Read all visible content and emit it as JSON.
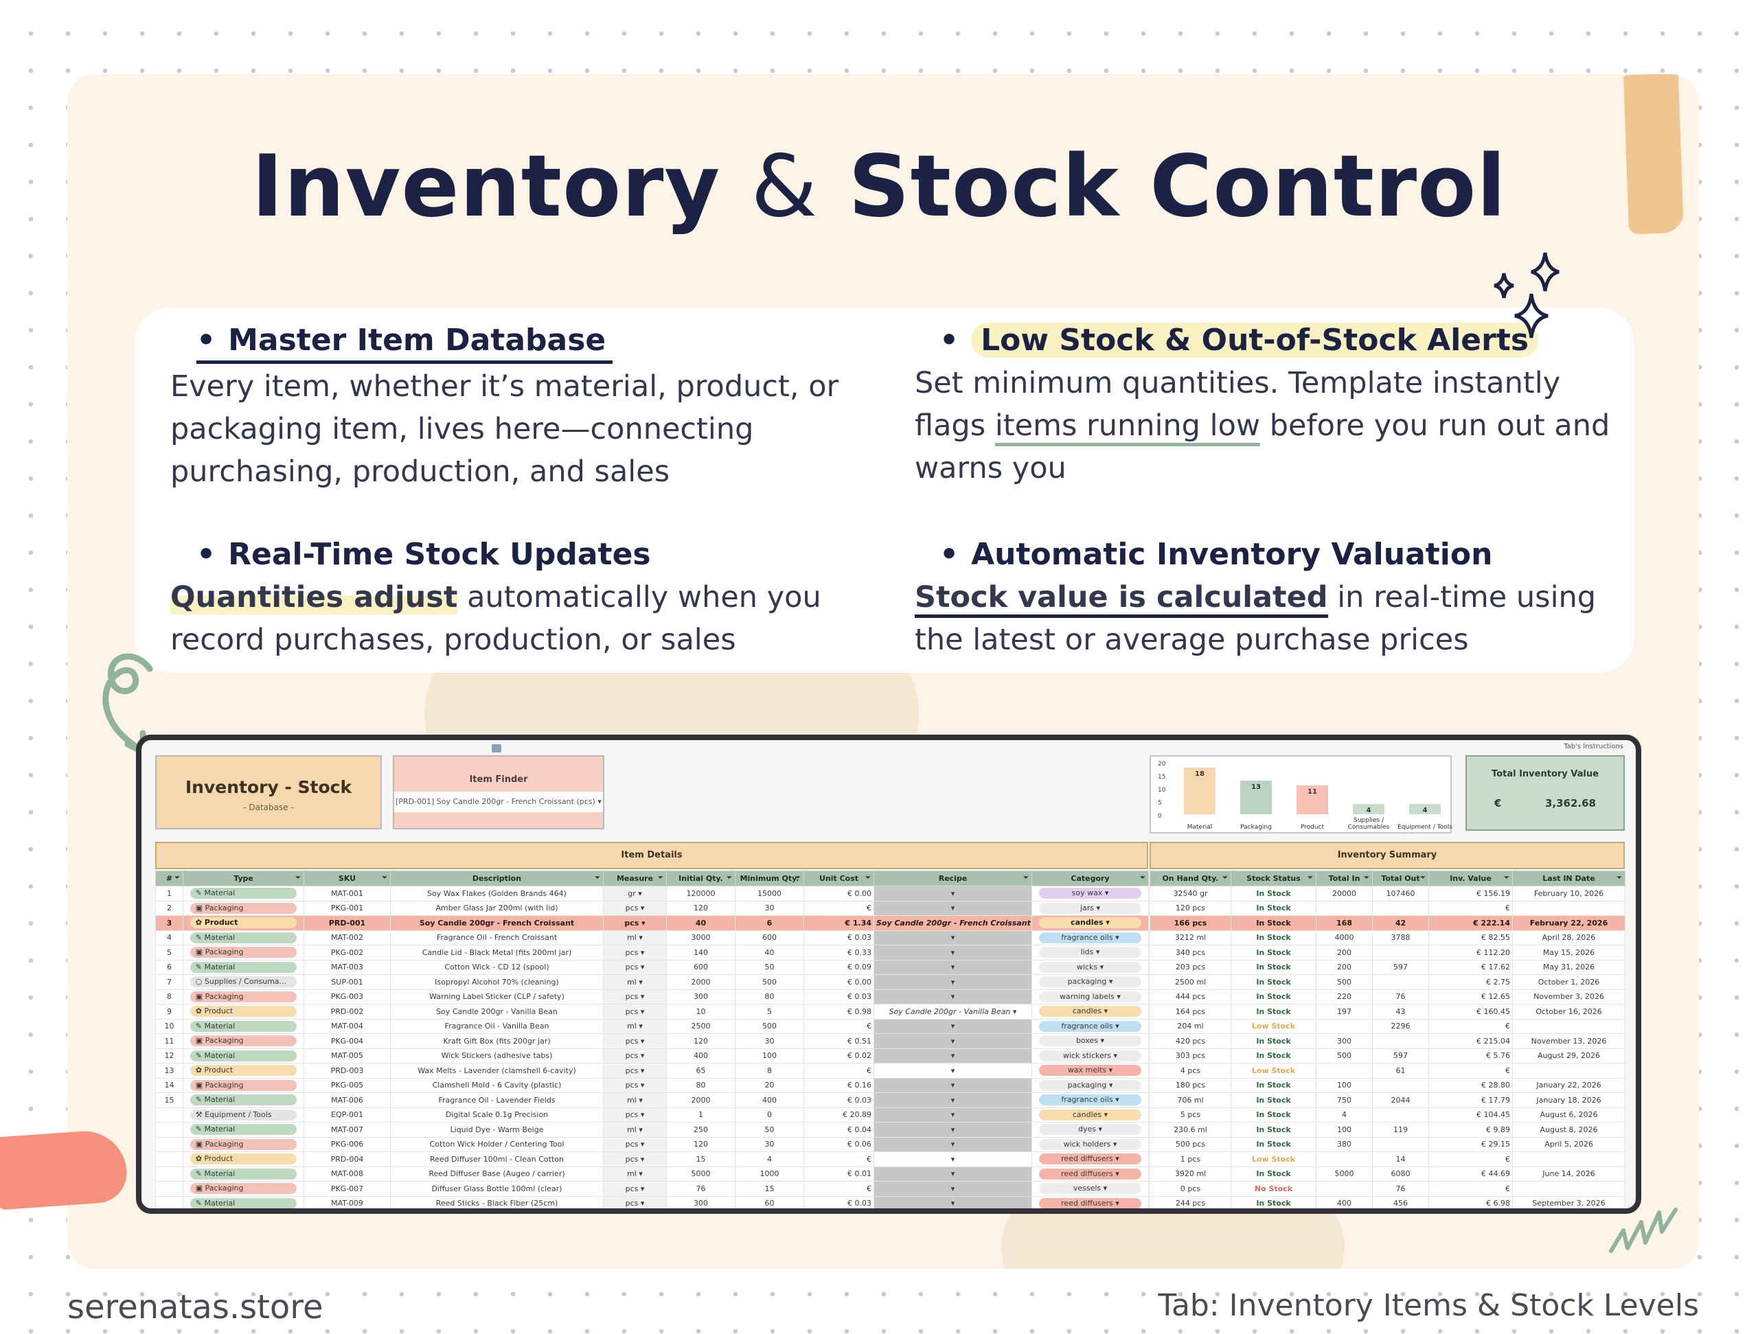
{
  "title": {
    "part1": "Inventory",
    "amp": "&",
    "part2": "Stock Control"
  },
  "features": [
    {
      "heading": "Master Item Database",
      "body_plain": "Every item, whether it’s material, product, or packaging item, lives here—connecting purchasing, production, and sales"
    },
    {
      "heading": "Low Stock & Out-of-Stock Alerts",
      "body_a": "Set minimum quantities. Template instantly flags ",
      "body_b": "items running low",
      "body_c": " before you run out and warns you"
    },
    {
      "heading": "Real-Time Stock Updates",
      "body_a": "Quantities adjust",
      "body_b": " automatically when you record purchases, production, or sales"
    },
    {
      "heading": "Automatic Inventory Valuation",
      "body_a": "Stock value is calculated",
      "body_b": " in real-time using the latest or average purchase prices"
    }
  ],
  "sheet": {
    "db_title": "Inventory - Stock",
    "db_subtitle": "- Database -",
    "finder_label": "Item Finder",
    "finder_value": "[PRD-001] Soy Candle 200gr - French Croissant (pcs)",
    "tab_instructions": "Tab's Instructions",
    "total_value_label": "Total Inventory Value",
    "total_value_currency": "€",
    "total_value": "3,362.68",
    "item_details_header": "Item Details",
    "summary_header": "Inventory Summary",
    "columns": [
      "#",
      "Type",
      "SKU",
      "Description",
      "Measure",
      "Initial Qty.",
      "Minimum Qty.",
      "Unit Cost",
      "Recipe",
      "Category"
    ],
    "summary_columns": [
      "On Hand Qty.",
      "Stock Status",
      "Total In",
      "Total Out",
      "Inv. Value",
      "Last IN Date"
    ],
    "rows": [
      {
        "n": "1",
        "type": "Material",
        "tk": "material",
        "sku": "MAT-001",
        "desc": "Soy Wax Flakes (Golden Brands 464)",
        "meas": "gr",
        "init": "120000",
        "min": "15000",
        "cost": "0.00",
        "recipe": "",
        "cat": "soy wax",
        "cc": "#e3cdf0",
        "onhand": "32540 gr",
        "status": "In Stock",
        "sk": "in",
        "tin": "20000",
        "tout": "107460",
        "val": "156.19",
        "date": "February 10, 2026"
      },
      {
        "n": "2",
        "type": "Packaging",
        "tk": "packaging",
        "sku": "PKG-001",
        "desc": "Amber Glass Jar 200ml (with lid)",
        "meas": "pcs",
        "init": "120",
        "min": "30",
        "cost": "",
        "recipe": "",
        "cat": "jars",
        "cc": "#ececec",
        "onhand": "120 pcs",
        "status": "In Stock",
        "sk": "in",
        "tin": "",
        "tout": "",
        "val": "",
        "date": ""
      },
      {
        "n": "3",
        "type": "Product",
        "tk": "product",
        "sku": "PRD-001",
        "desc": "Soy Candle 200gr - French Croissant",
        "meas": "pcs",
        "init": "40",
        "min": "6",
        "cost": "1.34",
        "recipe": "Soy Candle 200gr - French Croissant",
        "cat": "candles",
        "cc": "#f9dcab",
        "onhand": "166 pcs",
        "status": "In Stock",
        "sk": "in",
        "tin": "168",
        "tout": "42",
        "val": "222.14",
        "date": "February 22, 2026",
        "sel": true
      },
      {
        "n": "4",
        "type": "Material",
        "tk": "material",
        "sku": "MAT-002",
        "desc": "Fragrance Oil - French Croissant",
        "meas": "ml",
        "init": "3000",
        "min": "600",
        "cost": "0.03",
        "recipe": "",
        "cat": "fragrance oils",
        "cc": "#bfe0f2",
        "onhand": "3212 ml",
        "status": "In Stock",
        "sk": "in",
        "tin": "4000",
        "tout": "3788",
        "val": "82.55",
        "date": "April 28, 2026"
      },
      {
        "n": "5",
        "type": "Packaging",
        "tk": "packaging",
        "sku": "PKG-002",
        "desc": "Candle Lid - Black Metal (fits 200ml jar)",
        "meas": "pcs",
        "init": "140",
        "min": "40",
        "cost": "0.33",
        "recipe": "",
        "cat": "lids",
        "cc": "#ececec",
        "onhand": "340 pcs",
        "status": "In Stock",
        "sk": "in",
        "tin": "200",
        "tout": "",
        "val": "112.20",
        "date": "May 15, 2026"
      },
      {
        "n": "6",
        "type": "Material",
        "tk": "material",
        "sku": "MAT-003",
        "desc": "Cotton Wick - CD 12 (spool)",
        "meas": "pcs",
        "init": "600",
        "min": "50",
        "cost": "0.09",
        "recipe": "",
        "cat": "wicks",
        "cc": "#ececec",
        "onhand": "203 pcs",
        "status": "In Stock",
        "sk": "in",
        "tin": "200",
        "tout": "597",
        "val": "17.62",
        "date": "May 31, 2026"
      },
      {
        "n": "7",
        "type": "Supplies / Consuma...",
        "tk": "supplies",
        "sku": "SUP-001",
        "desc": "Isopropyl Alcohol 70% (cleaning)",
        "meas": "ml",
        "init": "2000",
        "min": "500",
        "cost": "0.00",
        "recipe": "",
        "cat": "packaging",
        "cc": "#ececec",
        "onhand": "2500 ml",
        "status": "In Stock",
        "sk": "in",
        "tin": "500",
        "tout": "",
        "val": "2.75",
        "date": "October 1, 2026"
      },
      {
        "n": "8",
        "type": "Packaging",
        "tk": "packaging",
        "sku": "PKG-003",
        "desc": "Warning Label Sticker (CLP / safety)",
        "meas": "pcs",
        "init": "300",
        "min": "80",
        "cost": "0.03",
        "recipe": "",
        "cat": "warning labels",
        "cc": "#ececec",
        "onhand": "444 pcs",
        "status": "In Stock",
        "sk": "in",
        "tin": "220",
        "tout": "76",
        "val": "12.65",
        "date": "November 3, 2026"
      },
      {
        "n": "9",
        "type": "Product",
        "tk": "product",
        "sku": "PRD-002",
        "desc": "Soy Candle 200gr - Vanilla Bean",
        "meas": "pcs",
        "init": "10",
        "min": "5",
        "cost": "0.98",
        "recipe": "Soy Candle 200gr - Vanilla Bean",
        "cat": "candles",
        "cc": "#f9dcab",
        "onhand": "164 pcs",
        "status": "In Stock",
        "sk": "in",
        "tin": "197",
        "tout": "43",
        "val": "160.45",
        "date": "October 16, 2026"
      },
      {
        "n": "10",
        "type": "Material",
        "tk": "material",
        "sku": "MAT-004",
        "desc": "Fragrance Oil - Vanilla Bean",
        "meas": "ml",
        "init": "2500",
        "min": "500",
        "cost": "",
        "recipe": "",
        "cat": "fragrance oils",
        "cc": "#bfe0f2",
        "onhand": "204 ml",
        "status": "Low Stock",
        "sk": "low",
        "tin": "",
        "tout": "2296",
        "val": "",
        "date": ""
      },
      {
        "n": "11",
        "type": "Packaging",
        "tk": "packaging",
        "sku": "PKG-004",
        "desc": "Kraft Gift Box (fits 200gr jar)",
        "meas": "pcs",
        "init": "120",
        "min": "30",
        "cost": "0.51",
        "recipe": "",
        "cat": "boxes",
        "cc": "#ececec",
        "onhand": "420 pcs",
        "status": "In Stock",
        "sk": "in",
        "tin": "300",
        "tout": "",
        "val": "215.04",
        "date": "November 13, 2026"
      },
      {
        "n": "12",
        "type": "Material",
        "tk": "material",
        "sku": "MAT-005",
        "desc": "Wick Stickers (adhesive tabs)",
        "meas": "pcs",
        "init": "400",
        "min": "100",
        "cost": "0.02",
        "recipe": "",
        "cat": "wick stickers",
        "cc": "#ececec",
        "onhand": "303 pcs",
        "status": "In Stock",
        "sk": "in",
        "tin": "500",
        "tout": "597",
        "val": "5.76",
        "date": "August 29, 2026"
      },
      {
        "n": "13",
        "type": "Product",
        "tk": "product",
        "sku": "PRD-003",
        "desc": "Wax Melts - Lavender (clamshell 6-cavity)",
        "meas": "pcs",
        "init": "65",
        "min": "8",
        "cost": "",
        "recipe": "",
        "cat": "wax melts",
        "cc": "#f6b3a7",
        "onhand": "4 pcs",
        "status": "Low Stock",
        "sk": "low",
        "tin": "",
        "tout": "61",
        "val": "",
        "date": ""
      },
      {
        "n": "14",
        "type": "Packaging",
        "tk": "packaging",
        "sku": "PKG-005",
        "desc": "Clamshell Mold - 6 Cavity (plastic)",
        "meas": "pcs",
        "init": "80",
        "min": "20",
        "cost": "0.16",
        "recipe": "",
        "cat": "packaging",
        "cc": "#ececec",
        "onhand": "180 pcs",
        "status": "In Stock",
        "sk": "in",
        "tin": "100",
        "tout": "",
        "val": "28.80",
        "date": "January 22, 2026"
      },
      {
        "n": "15",
        "type": "Material",
        "tk": "material",
        "sku": "MAT-006",
        "desc": "Fragrance Oil - Lavender Fields",
        "meas": "ml",
        "init": "2000",
        "min": "400",
        "cost": "0.03",
        "recipe": "",
        "cat": "fragrance oils",
        "cc": "#bfe0f2",
        "onhand": "706 ml",
        "status": "In Stock",
        "sk": "in",
        "tin": "750",
        "tout": "2044",
        "val": "17.79",
        "date": "January 18, 2026"
      },
      {
        "n": "",
        "type": "Equipment / Tools",
        "tk": "equip",
        "sku": "EQP-001",
        "desc": "Digital Scale 0.1g Precision",
        "meas": "pcs",
        "init": "1",
        "min": "0",
        "cost": "20.89",
        "recipe": "",
        "cat": "candles",
        "cc": "#f9dcab",
        "onhand": "5 pcs",
        "status": "In Stock",
        "sk": "in",
        "tin": "4",
        "tout": "",
        "val": "104.45",
        "date": "August 6, 2026"
      },
      {
        "n": "",
        "type": "Material",
        "tk": "material",
        "sku": "MAT-007",
        "desc": "Liquid Dye - Warm Beige",
        "meas": "ml",
        "init": "250",
        "min": "50",
        "cost": "0.04",
        "recipe": "",
        "cat": "dyes",
        "cc": "#ececec",
        "onhand": "230.6 ml",
        "status": "In Stock",
        "sk": "in",
        "tin": "100",
        "tout": "119",
        "val": "9.89",
        "date": "August 8, 2026"
      },
      {
        "n": "",
        "type": "Packaging",
        "tk": "packaging",
        "sku": "PKG-006",
        "desc": "Cotton Wick Holder / Centering Tool",
        "meas": "pcs",
        "init": "120",
        "min": "30",
        "cost": "0.06",
        "recipe": "",
        "cat": "wick holders",
        "cc": "#ececec",
        "onhand": "500 pcs",
        "status": "In Stock",
        "sk": "in",
        "tin": "380",
        "tout": "",
        "val": "29.15",
        "date": "April 5, 2026"
      },
      {
        "n": "",
        "type": "Product",
        "tk": "product",
        "sku": "PRD-004",
        "desc": "Reed Diffuser 100ml - Clean Cotton",
        "meas": "pcs",
        "init": "15",
        "min": "4",
        "cost": "",
        "recipe": "",
        "cat": "reed diffusers",
        "cc": "#f6b3a7",
        "onhand": "1 pcs",
        "status": "Low Stock",
        "sk": "low",
        "tin": "",
        "tout": "14",
        "val": "",
        "date": ""
      },
      {
        "n": "",
        "type": "Material",
        "tk": "material",
        "sku": "MAT-008",
        "desc": "Reed Diffuser Base (Augeo / carrier)",
        "meas": "ml",
        "init": "5000",
        "min": "1000",
        "cost": "0.01",
        "recipe": "",
        "cat": "reed diffusers",
        "cc": "#f6b3a7",
        "onhand": "3920 ml",
        "status": "In Stock",
        "sk": "in",
        "tin": "5000",
        "tout": "6080",
        "val": "44.69",
        "date": "June 14, 2026"
      },
      {
        "n": "",
        "type": "Packaging",
        "tk": "packaging",
        "sku": "PKG-007",
        "desc": "Diffuser Glass Bottle 100ml (clear)",
        "meas": "pcs",
        "init": "76",
        "min": "15",
        "cost": "",
        "recipe": "",
        "cat": "vessels",
        "cc": "#ececec",
        "onhand": "0 pcs",
        "status": "No Stock",
        "sk": "no",
        "tin": "",
        "tout": "76",
        "val": "",
        "date": ""
      },
      {
        "n": "",
        "type": "Material",
        "tk": "material",
        "sku": "MAT-009",
        "desc": "Reed Sticks - Black Fiber (25cm)",
        "meas": "pcs",
        "init": "300",
        "min": "60",
        "cost": "0.03",
        "recipe": "",
        "cat": "reed diffusers",
        "cc": "#f6b3a7",
        "onhand": "244 pcs",
        "status": "In Stock",
        "sk": "in",
        "tin": "400",
        "tout": "456",
        "val": "6.98",
        "date": "September 3, 2026"
      }
    ],
    "chart_data": {
      "type": "bar",
      "categories": [
        "Material",
        "Packaging",
        "Product",
        "Supplies / Consumables",
        "Equipment / Tools"
      ],
      "values": [
        18,
        13,
        11,
        4,
        4
      ],
      "colors": [
        "#f7d8ae",
        "#bcd3c1",
        "#f6c0b5",
        "#c8dccd",
        "#c8dccd"
      ],
      "y_ticks": [
        "20",
        "15",
        "10",
        "5",
        "0"
      ],
      "ylim": [
        0,
        20
      ]
    }
  },
  "footer": {
    "left": "serenatas.store",
    "right": "Tab: Inventory Items & Stock Levels"
  }
}
